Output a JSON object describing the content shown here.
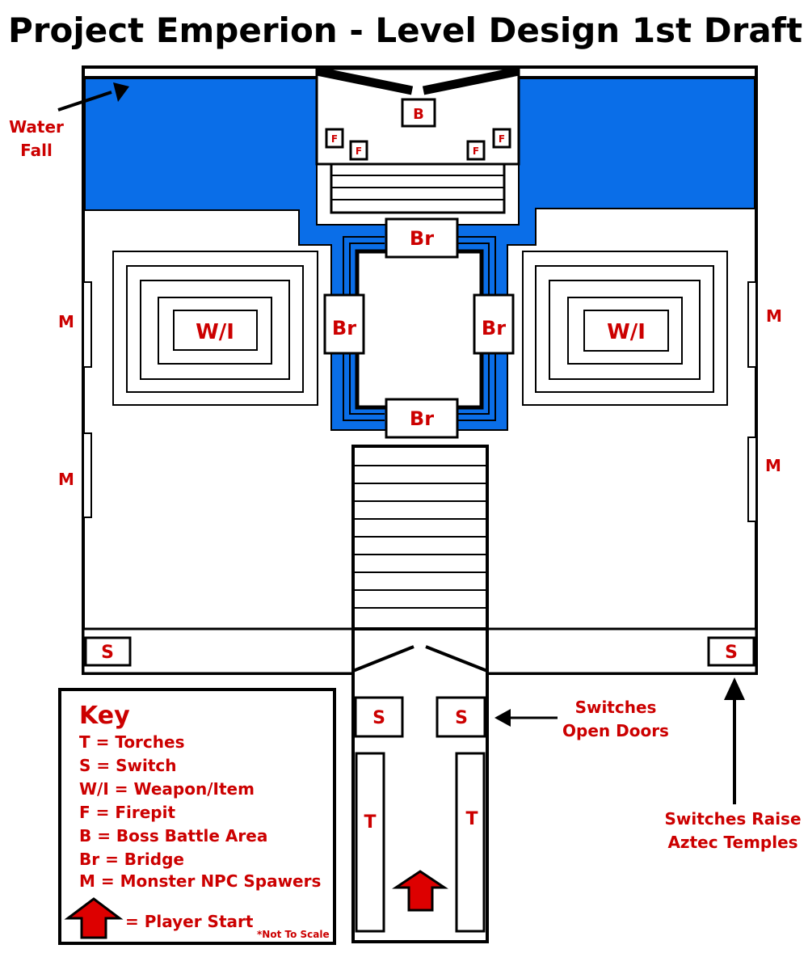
{
  "title": "Project Emperion - Level Design 1st Draft",
  "colors": {
    "water": "#0a6ee8",
    "label_red": "#cc0000",
    "line": "#000000",
    "arrow_fill": "#dd0000"
  },
  "map": {
    "boss": "B",
    "firepit": "F",
    "bridge": "Br",
    "weapon_item": "W/I",
    "monster": "M",
    "switch": "S",
    "torch": "T"
  },
  "annotations": {
    "waterfall_line1": "Water",
    "waterfall_line2": "Fall",
    "switches_doors_line1": "Switches",
    "switches_doors_line2": "Open Doors",
    "switches_raise_line1": "Switches Raise",
    "switches_raise_line2": "Aztec Temples"
  },
  "key": {
    "heading": "Key",
    "items": [
      "T = Torches",
      "S = Switch",
      "W/I = Weapon/Item",
      "F = Firepit",
      "B = Boss Battle Area",
      "Br = Bridge",
      "M = Monster NPC Spawers"
    ],
    "player_start": "= Player Start",
    "note": "*Not To Scale"
  }
}
